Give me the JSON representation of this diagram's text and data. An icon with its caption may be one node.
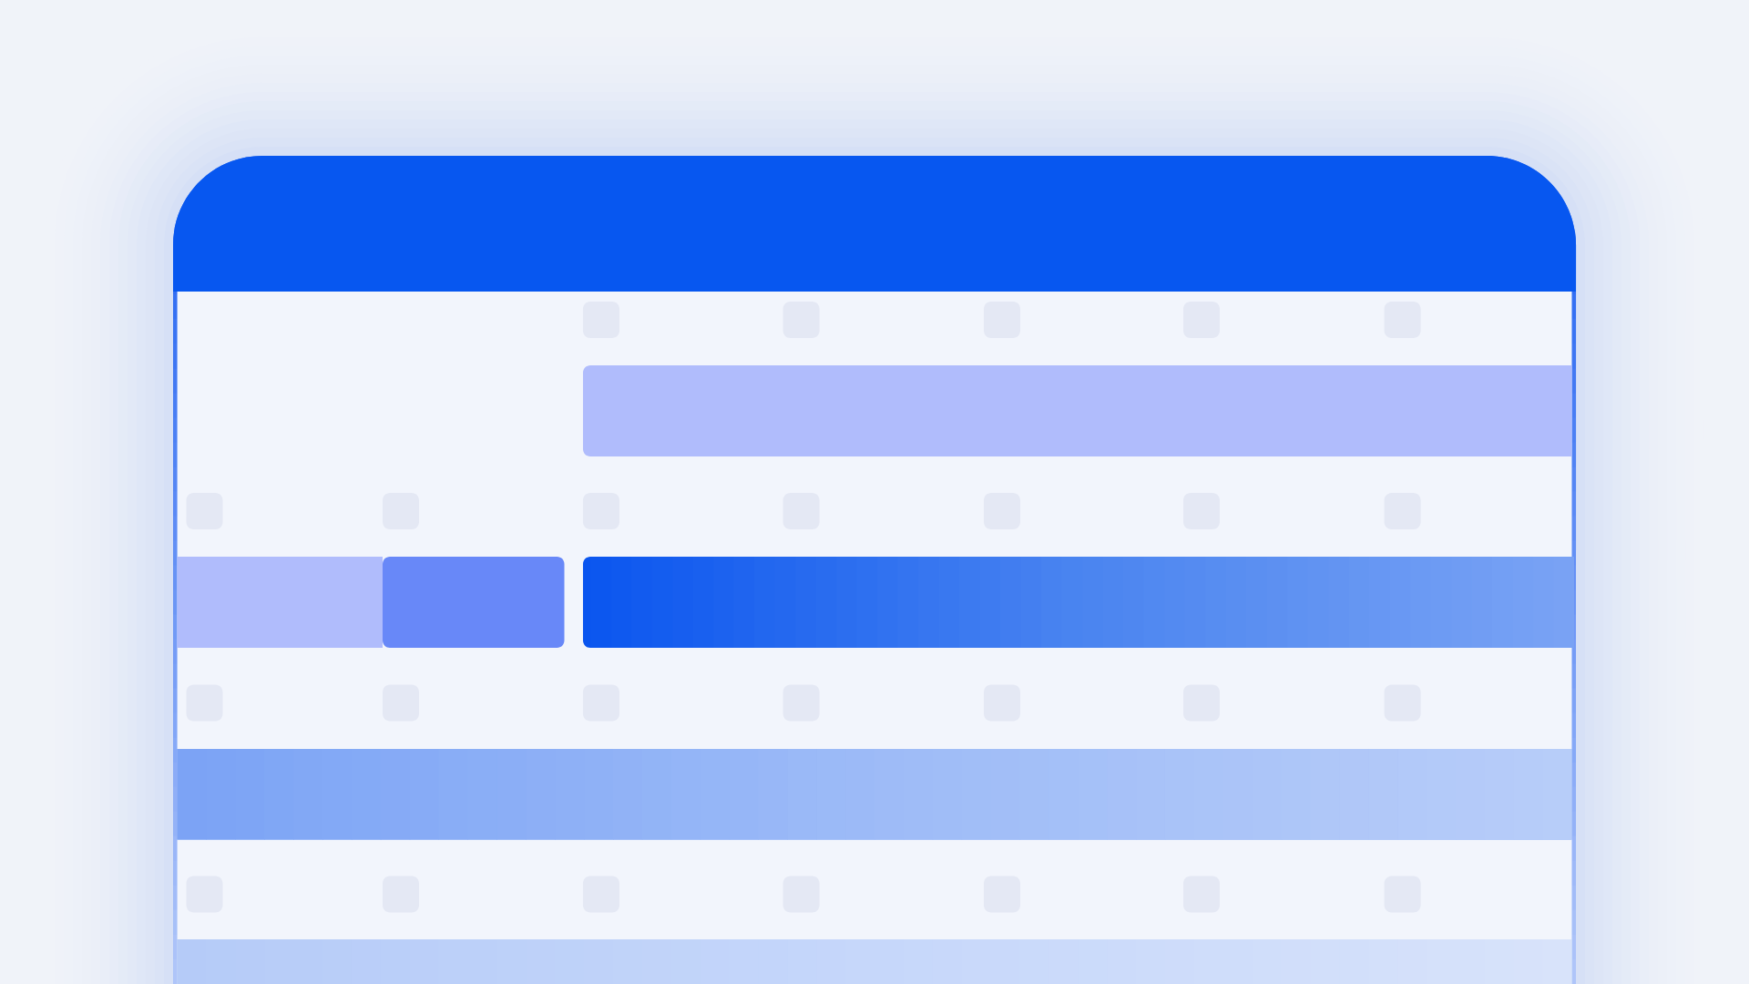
{
  "diagram": {
    "nodes": [
      {
        "text": [],
        "shape": "box"
      },
      {
        "text": [],
        "shape": "bar",
        "in": 0
      },
      {
        "text": [],
        "shape": "bar",
        "in": 0
      },
      {
        "text": [],
        "shape": "bar",
        "in": 0
      },
      {
        "text": [],
        "shape": "bar",
        "in": 0
      },
      {
        "text": [],
        "shape": "bar",
        "in": 0
      },
      {
        "text": [],
        "shape": "bar",
        "in": 0
      },
      {
        "text": [],
        "shape": "bar",
        "in": 0
      }
    ]
  }
}
